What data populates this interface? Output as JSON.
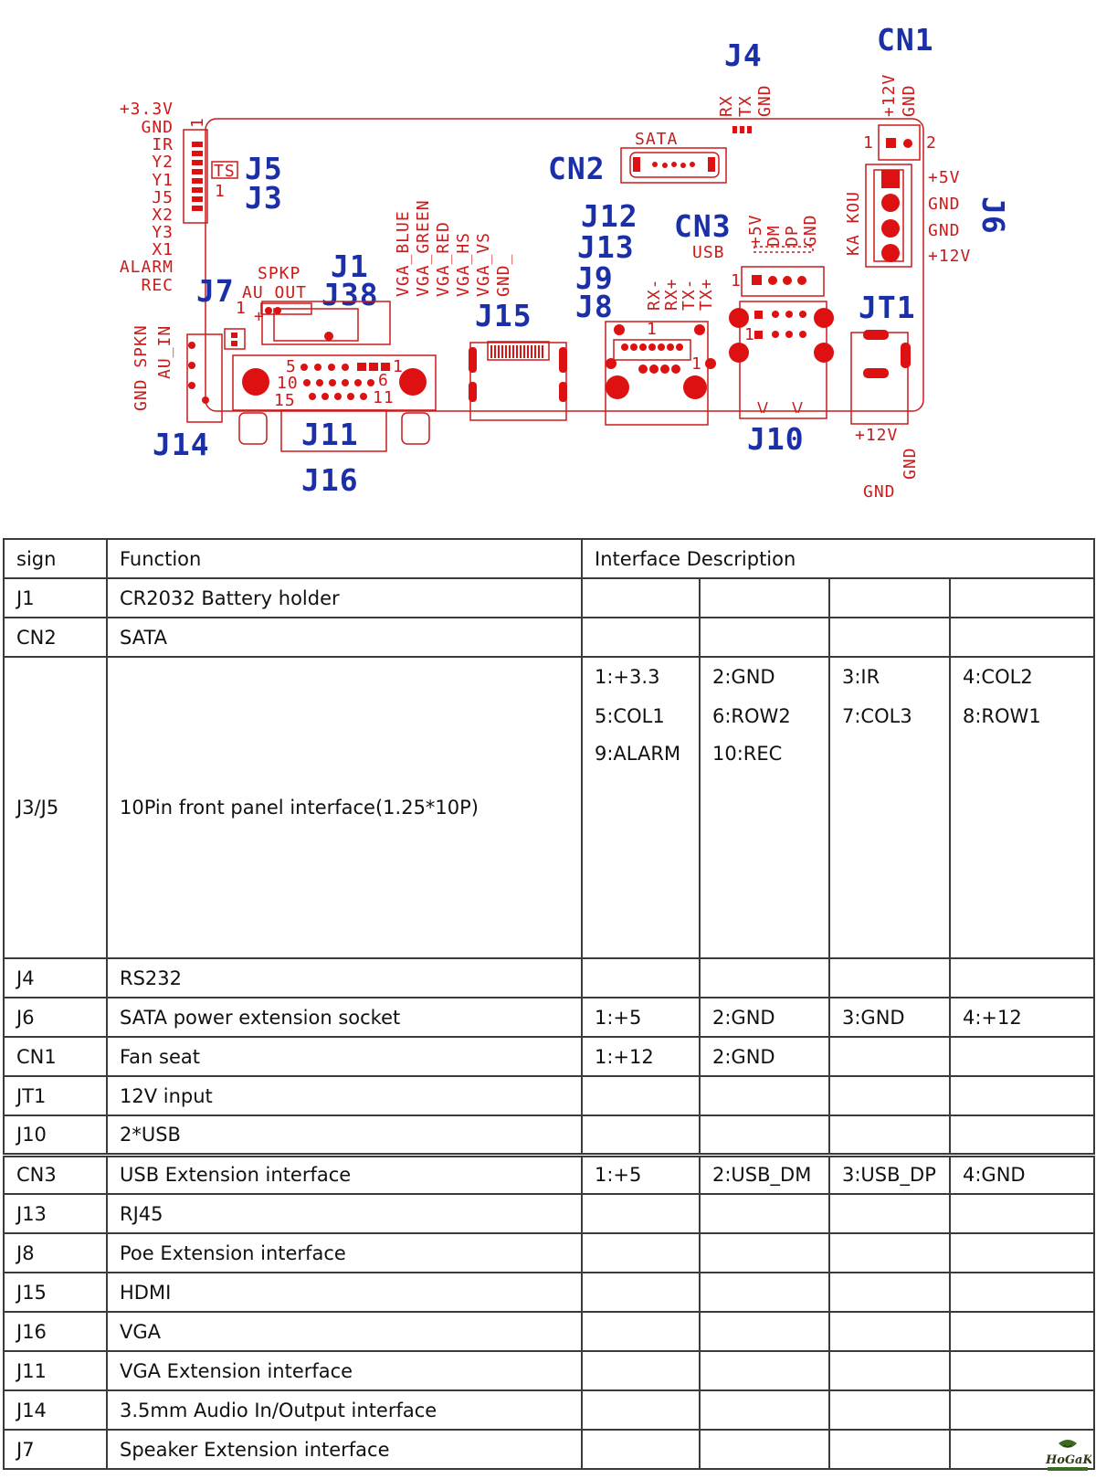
{
  "diagram": {
    "blue_labels": [
      "CN1",
      "J4",
      "CN2",
      "J5",
      "J3",
      "J12",
      "J13",
      "J9",
      "J8",
      "CN3",
      "J6",
      "J1",
      "J38",
      "J7",
      "J15",
      "JT1",
      "J14",
      "J11",
      "J16",
      "J10"
    ],
    "red_labels": {
      "j3_pins": [
        "+3.3V",
        "GND",
        "IR",
        "Y2",
        "Y1",
        "J5",
        "X2",
        "Y3",
        "X1",
        "ALARM",
        "REC"
      ],
      "ts": "TS",
      "one": "1",
      "vga_pins": [
        "VGA_BLUE",
        "VGA_GREEN",
        "VGA_RED",
        "VGA_HS",
        "VGA_VS",
        "GND_"
      ],
      "j4_pins": [
        "RX",
        "TX",
        "GND"
      ],
      "sata": "SATA",
      "usb": "USB",
      "cn3_pins": [
        "+5V",
        "DM",
        "DP",
        "GND"
      ],
      "cn1_pins": [
        "+12V",
        "GND"
      ],
      "cn1_num_left": "1",
      "cn1_num_right": "2",
      "ka_kou": "KA KOU",
      "j6_pins": [
        "+5V",
        "GND",
        "GND",
        "+12V"
      ],
      "spkp": "SPKP",
      "au_out": "AU_OUT",
      "gnd_spkn": "GND SPKN",
      "au_in": "AU_IN",
      "j8_pins": [
        "RX-",
        "RX+",
        "TX-",
        "TX+"
      ],
      "vga_row1_a": "5",
      "vga_row1_b": "1",
      "vga_row2_a": "10",
      "vga_row2_b": "6",
      "vga_row3_a": "15",
      "vga_row3_b": "11",
      "jt1_12v": "+12V",
      "jt1_gnd_a": "GND",
      "jt1_gnd_b": "GND",
      "plus": "+"
    }
  },
  "table": {
    "headers": [
      "sign",
      "Function",
      "Interface Description"
    ],
    "rows": [
      {
        "sign": "J1",
        "function": "CR2032  Battery holder",
        "pins": [
          "",
          "",
          "",
          ""
        ]
      },
      {
        "sign": "CN2",
        "function": "SATA",
        "pins": [
          "",
          "",
          "",
          ""
        ]
      },
      {
        "sign": "J3/J5",
        "function": "10Pin front panel interface(1.25*10P)",
        "pin_rows": [
          [
            "1:+3.3",
            "2:GND",
            "3:IR",
            "4:COL2"
          ],
          [
            "5:COL1",
            "6:ROW2",
            "7:COL3",
            "8:ROW1"
          ],
          [
            "9:ALARM",
            "10:REC",
            "",
            ""
          ]
        ]
      },
      {
        "sign": "J4",
        "function": "RS232",
        "pins": [
          "",
          "",
          "",
          ""
        ]
      },
      {
        "sign": "J6",
        "function": "SATA    power extension socket",
        "pins": [
          "1:+5",
          "2:GND",
          "3:GND",
          "4:+12"
        ]
      },
      {
        "sign": "CN1",
        "function": "Fan seat",
        "pins": [
          "1:+12",
          "2:GND",
          "",
          ""
        ]
      },
      {
        "sign": "JT1",
        "function": "12V input",
        "pins": [
          "",
          "",
          "",
          ""
        ]
      },
      {
        "sign": "J10",
        "function": "2*USB",
        "pins": [
          "",
          "",
          "",
          ""
        ]
      },
      {
        "sign": "CN3",
        "function": "USB Extension interface",
        "pins": [
          "1:+5",
          "2:USB_DM",
          "3:USB_DP",
          "4:GND"
        ]
      },
      {
        "sign": "J13",
        "function": "RJ45",
        "pins": [
          "",
          "",
          "",
          ""
        ]
      },
      {
        "sign": "J8",
        "function": "Poe Extension interface",
        "pins": [
          "",
          "",
          "",
          ""
        ]
      },
      {
        "sign": "J15",
        "function": "HDMI",
        "pins": [
          "",
          "",
          "",
          ""
        ]
      },
      {
        "sign": "J16",
        "function": "VGA",
        "pins": [
          "",
          "",
          "",
          ""
        ]
      },
      {
        "sign": "J11",
        "function": "VGA Extension interface",
        "pins": [
          "",
          "",
          "",
          ""
        ]
      },
      {
        "sign": "J14",
        "function": "3.5mm Audio In/Output interface",
        "pins": [
          "",
          "",
          "",
          ""
        ]
      },
      {
        "sign": "J7",
        "function": "Speaker Extension interface",
        "pins": [
          "",
          "",
          "",
          ""
        ]
      }
    ]
  },
  "logo": {
    "text": "HoGaKi"
  },
  "colors": {
    "blue": "#1a2fa8",
    "red": "#cc1a1a"
  }
}
